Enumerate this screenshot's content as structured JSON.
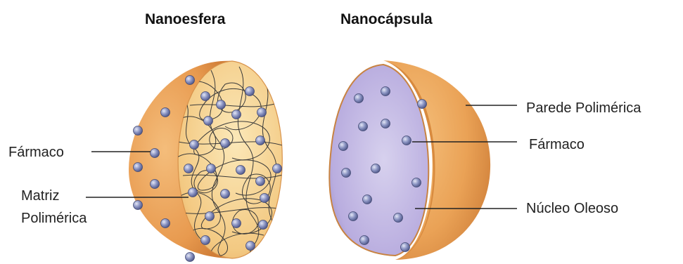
{
  "titles": {
    "nanosphere": "Nanoesfera",
    "nanocapsule": "Nanocápsula"
  },
  "labels": {
    "drug_left": "Fármaco",
    "matrix_line1": "Matriz",
    "matrix_line2": "Polimérica",
    "wall": "Parede Polimérica",
    "drug_right": "Fármaco",
    "core": "Núcleo Oleoso"
  },
  "colors": {
    "shell_orange": "#e9a25a",
    "matrix_yellow": "#f6d590",
    "core_lavender": "#c3b7e4",
    "particle": "#7b84b4",
    "line": "#222222"
  }
}
